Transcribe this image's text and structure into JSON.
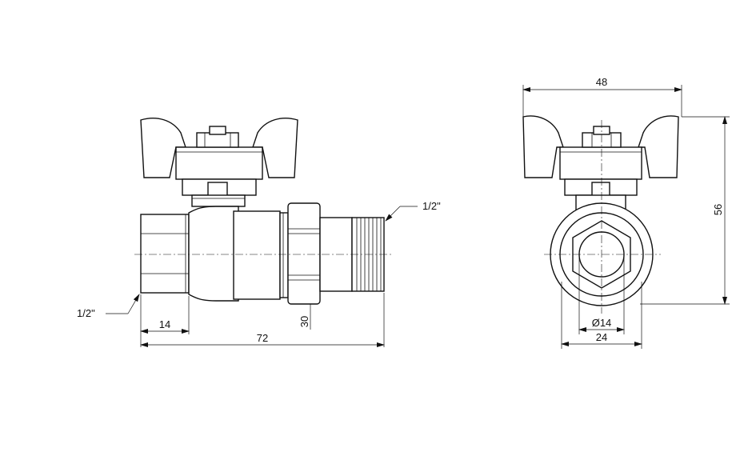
{
  "side_view": {
    "thread_left": "1/2\"",
    "thread_right": "1/2\"",
    "dim_end_length": "14",
    "dim_total_length": "72",
    "dim_hex_height": "30"
  },
  "front_view": {
    "dim_handle_width": "48",
    "dim_total_height": "56",
    "dim_bore": "Ø14",
    "dim_body_width": "24"
  }
}
